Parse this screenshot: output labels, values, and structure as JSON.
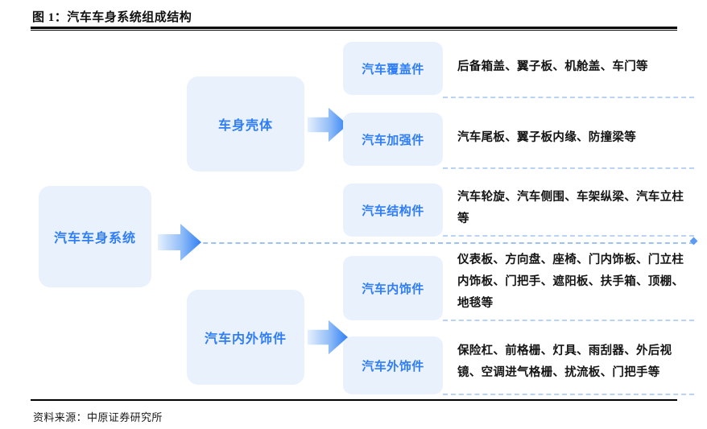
{
  "figure": {
    "title": "图 1：汽车车身系统组成结构",
    "source": "资料来源：中原证券研究所"
  },
  "colors": {
    "box_fill": "#e9f1fd",
    "label_blue": "#2f7ef5",
    "dash_blue": "#b9d3f6",
    "arrow_start": "#dce9fd",
    "arrow_end": "#2f7ef5",
    "text_black": "#141414",
    "rule_black": "#000000"
  },
  "diagram": {
    "type": "hierarchy",
    "root": {
      "label": "汽车车身系统"
    },
    "branches": [
      {
        "label": "车身壳体",
        "children": [
          {
            "label": "汽车覆盖件",
            "desc": "后备箱盖、翼子板、机舱盖、车门等"
          },
          {
            "label": "汽车加强件",
            "desc": "汽车尾板、翼子板内缘、防撞梁等"
          },
          {
            "label": "汽车结构件",
            "desc": "汽车轮旋、汽车侧围、车架纵梁、汽车立柱等"
          }
        ]
      },
      {
        "label": "汽车内外饰件",
        "children": [
          {
            "label": "汽车内饰件",
            "desc": "仪表板、方向盘、座椅、门内饰板、门立柱内饰板、门把手、遮阳板、扶手箱、顶棚、地毯等"
          },
          {
            "label": "汽车外饰件",
            "desc": "保险杠、前格栅、灯具、雨刮器、外后视镜、空调进气格栅、扰流板、门把手等"
          }
        ]
      }
    ]
  }
}
